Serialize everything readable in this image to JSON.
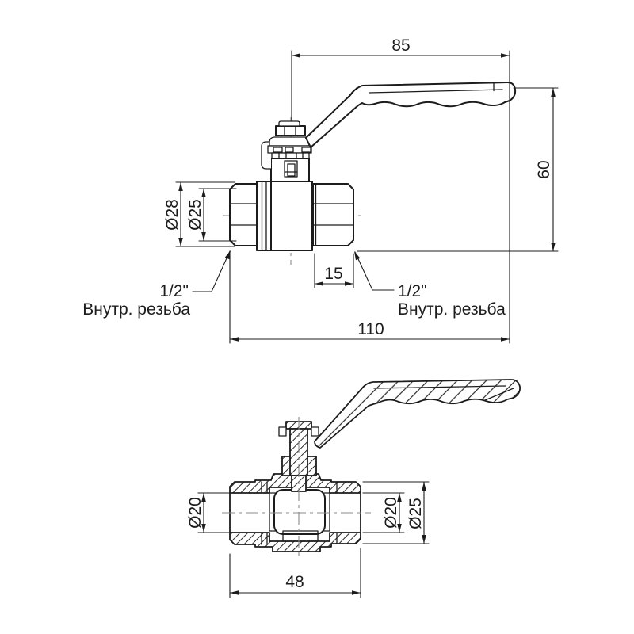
{
  "colors": {
    "line": "#1c1c1c",
    "centerline": "#8a8a8a",
    "background": "#ffffff"
  },
  "views": {
    "side": {
      "dims": {
        "handle_length": "85",
        "height": "60",
        "body_od": "Ø28",
        "thread_od": "Ø25",
        "thread_depth": "15",
        "overall_length": "110"
      },
      "ports": {
        "left": {
          "size": "1/2\"",
          "thread": "Внутр. резьба"
        },
        "right": {
          "size": "1/2\"",
          "thread": "Внутр. резьба"
        }
      }
    },
    "section": {
      "dims": {
        "bore_left": "Ø20",
        "bore_right": "Ø20",
        "pipe_od": "Ø25",
        "body_length": "48"
      }
    }
  }
}
